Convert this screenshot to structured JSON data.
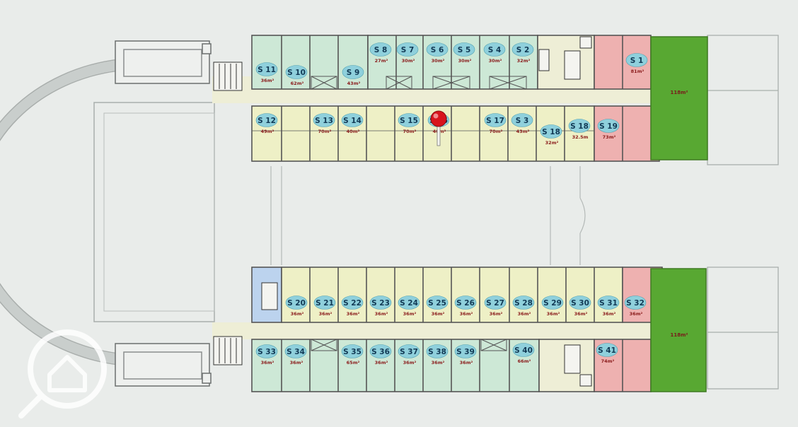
{
  "colors": {
    "background": "#e9ecea",
    "unit_green": "#cde8d6",
    "unit_yellow": "#eef0c6",
    "unit_pink": "#eeb1b0",
    "terrace_green": "#58a832",
    "corridor": "#eeeed6",
    "stair_blue": "#bcd3ee",
    "label_oval": "#8fd0dc",
    "wall": "#555555",
    "marker_red": "#d8141d",
    "area_text": "#8a1b1b"
  },
  "icons": {
    "marker": "location-pin-icon",
    "watermark": "home-search-logo-icon"
  },
  "wings": [
    {
      "id": "north",
      "units": [
        {
          "label": "S 1",
          "area": "81m²"
        },
        {
          "label": "S 2",
          "area": "32m²"
        },
        {
          "label": "S 4",
          "area": "30m²"
        },
        {
          "label": "S 5",
          "area": "30m²"
        },
        {
          "label": "S 6",
          "area": "30m²"
        },
        {
          "label": "S 7",
          "area": "30m²"
        },
        {
          "label": "S 8",
          "area": "27m²"
        },
        {
          "label": "S 9",
          "area": "43m²"
        },
        {
          "label": "S 10",
          "area": "62m²"
        },
        {
          "label": "S 11",
          "area": "36m²"
        },
        {
          "label": "S 12",
          "area": "49m²"
        },
        {
          "label": "S 13",
          "area": "70m²"
        },
        {
          "label": "S 14",
          "area": "40m²"
        },
        {
          "label": "S 15",
          "area": "70m²"
        },
        {
          "label": "S 16",
          "area": "40m²"
        },
        {
          "label": "S 17",
          "area": "70m²"
        },
        {
          "label": "S 3",
          "area": "43m²"
        },
        {
          "label": "S 18",
          "area": "32m²"
        },
        {
          "label": "S 18",
          "area": "32.5m"
        },
        {
          "label": "S 19",
          "area": "73m²"
        }
      ],
      "terrace_area": "118m²"
    },
    {
      "id": "south",
      "units": [
        {
          "label": "S 20",
          "area": "36m²"
        },
        {
          "label": "S 21",
          "area": "36m²"
        },
        {
          "label": "S 22",
          "area": "36m²"
        },
        {
          "label": "S 23",
          "area": "36m²"
        },
        {
          "label": "S 24",
          "area": "36m²"
        },
        {
          "label": "S 25",
          "area": "36m²"
        },
        {
          "label": "S 26",
          "area": "36m²"
        },
        {
          "label": "S 27",
          "area": "36m²"
        },
        {
          "label": "S 28",
          "area": "36m²"
        },
        {
          "label": "S 29",
          "area": "36m²"
        },
        {
          "label": "S 30",
          "area": "36m²"
        },
        {
          "label": "S 31",
          "area": "36m²"
        },
        {
          "label": "S 32",
          "area": "36m²"
        },
        {
          "label": "S 33",
          "area": "36m²"
        },
        {
          "label": "S 34",
          "area": "36m²"
        },
        {
          "label": "S 35",
          "area": "65m²"
        },
        {
          "label": "S 36",
          "area": "36m²"
        },
        {
          "label": "S 37",
          "area": "36m²"
        },
        {
          "label": "S 38",
          "area": "36m²"
        },
        {
          "label": "S 39",
          "area": "36m²"
        },
        {
          "label": "S 40",
          "area": "66m²"
        },
        {
          "label": "S 41",
          "area": "74m²"
        }
      ],
      "terrace_area": "118m²"
    }
  ]
}
